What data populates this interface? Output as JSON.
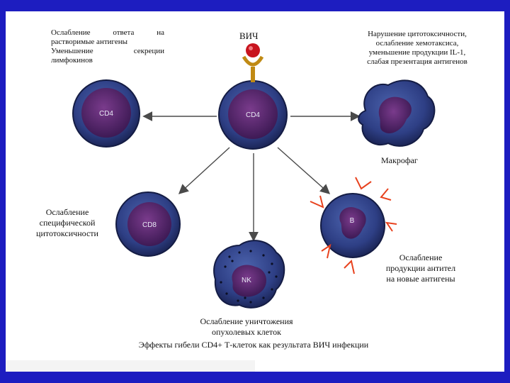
{
  "diagram": {
    "top_left_text": [
      "Ослабление ответа на",
      "растворимые антигены",
      "Уменьшение секреции",
      "лимфокинов"
    ],
    "hiv_label": "ВИЧ",
    "top_right_text": [
      "Нарушение цитотоксичности,",
      "ослабление хемотаксиса,",
      "уменьшение продукции IL-1,",
      "слабая презентация антигенов"
    ],
    "macrophage_label": "Макрофаг",
    "left_middle_text": [
      "Ослабление",
      "специфической",
      "цитотоксичности"
    ],
    "right_middle_text": [
      "Ослабление",
      "продукции антител",
      "на новые антигены"
    ],
    "bottom_text": [
      "Ослабление уничтожения",
      "опухолевых клеток"
    ],
    "caption": "Эффекты гибели CD4+ Т-клеток как результата ВИЧ инфекции",
    "cells": {
      "cd4_left": "CD4",
      "cd4_center": "CD4",
      "cd8": "CD8",
      "b_cell": "B",
      "nk_cell": "NK"
    },
    "colors": {
      "frame": "#1d1dc0",
      "cytoplasm": "#2f3f82",
      "nucleus": "#5a2a6e",
      "virus": "#c8141e",
      "receptor": "#c08a14",
      "effect_arrows": "#e8421e"
    }
  }
}
